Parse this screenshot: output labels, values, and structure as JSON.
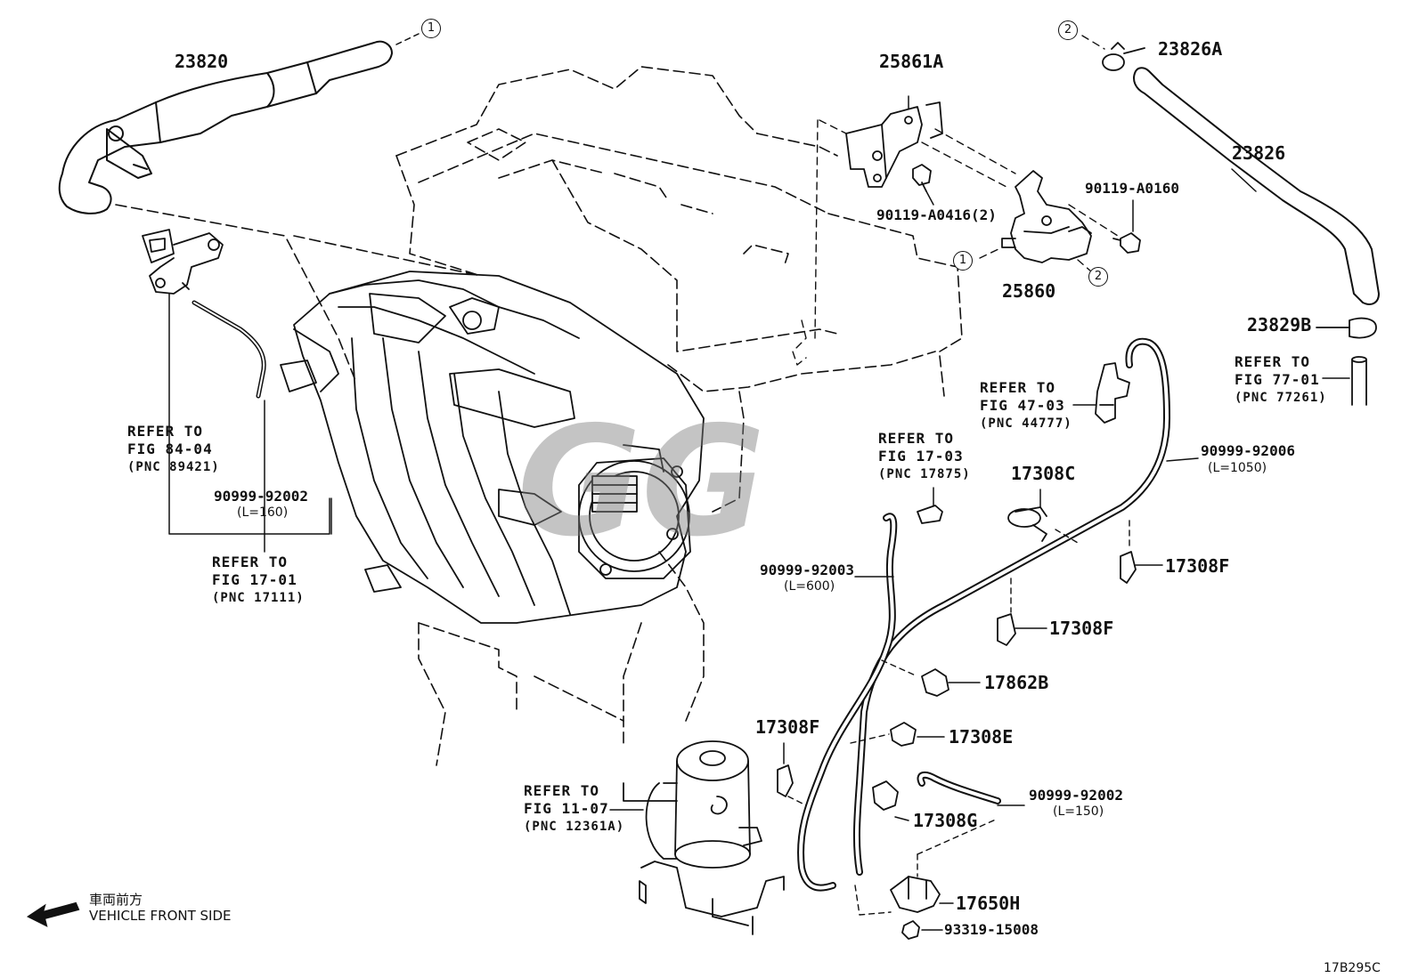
{
  "parts": {
    "p23820": "23820",
    "p25861A": "25861A",
    "p23826A": "23826A",
    "p23826": "23826",
    "p90119_A0416": "90119-A0416(2)",
    "p90119_A0160": "90119-A0160",
    "p25860": "25860",
    "p23829B": "23829B",
    "p90999_92002_a": "90999-92002",
    "p90999_92002_a_len": "(L=160)",
    "p90999_92006": "90999-92006",
    "p90999_92006_len": "(L=1050)",
    "p17308C": "17308C",
    "p17308F_a": "17308F",
    "p17308F_b": "17308F",
    "p17308F_c": "17308F",
    "p90999_92003": "90999-92003",
    "p90999_92003_len": "(L=600)",
    "p17862B": "17862B",
    "p17308E": "17308E",
    "p90999_92002_b": "90999-92002",
    "p90999_92002_b_len": "(L=150)",
    "p17308G": "17308G",
    "p17650H": "17650H",
    "p93319": "93319-15008"
  },
  "refs": {
    "r84": {
      "l1": "REFER TO",
      "l2": "FIG 84-04",
      "l3": "(PNC 89421)"
    },
    "r1701": {
      "l1": "REFER TO",
      "l2": "FIG 17-01",
      "l3": "(PNC 17111)"
    },
    "r4703": {
      "l1": "REFER TO",
      "l2": "FIG 47-03",
      "l3": "(PNC 44777)"
    },
    "r1703": {
      "l1": "REFER TO",
      "l2": "FIG 17-03",
      "l3": "(PNC 17875)"
    },
    "r7701": {
      "l1": "REFER TO",
      "l2": "FIG 77-01",
      "l3": "(PNC 77261)"
    },
    "r1107": {
      "l1": "REFER TO",
      "l2": "FIG 11-07",
      "l3": "(PNC 12361A)"
    }
  },
  "markers": {
    "m1": "1",
    "m2": "2"
  },
  "orientation": {
    "jp": "車両前方",
    "en": "VEHICLE FRONT SIDE"
  },
  "figure_code": "17B295C",
  "watermark_text": "GG"
}
